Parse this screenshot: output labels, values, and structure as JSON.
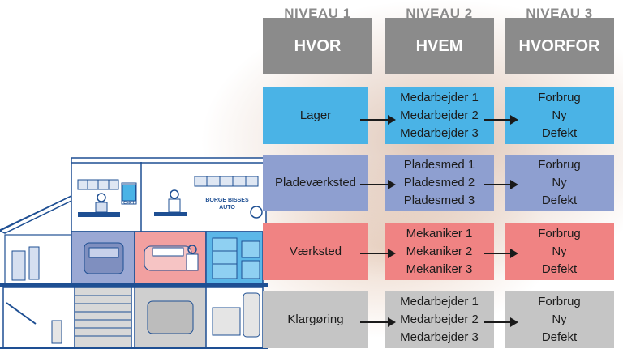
{
  "levels": [
    {
      "level": "NIVEAU 1",
      "header": "HVOR"
    },
    {
      "level": "NIVEAU 2",
      "header": "HVEM"
    },
    {
      "level": "NIVEAU 3",
      "header": "HVORFOR"
    }
  ],
  "rows": [
    {
      "place": "Lager",
      "people": [
        "Medarbejder 1",
        "Medarbejder 2",
        "Medarbejder 3"
      ],
      "reasons": [
        "Forbrug",
        "Ny",
        "Defekt"
      ],
      "color": "#4ab3e6"
    },
    {
      "place": "Pladeværksted",
      "people": [
        "Pladesmed 1",
        "Pladesmed 2",
        "Pladesmed 3"
      ],
      "reasons": [
        "Forbrug",
        "Ny",
        "Defekt"
      ],
      "color": "#8e9fd0"
    },
    {
      "place": "Værksted",
      "people": [
        "Mekaniker 1",
        "Mekaniker 2",
        "Mekaniker 3"
      ],
      "reasons": [
        "Forbrug",
        "Ny",
        "Defekt"
      ],
      "color": "#f08383"
    },
    {
      "place": "Klargøring",
      "people": [
        "Medarbejder 1",
        "Medarbejder 2",
        "Medarbejder 3"
      ],
      "reasons": [
        "Forbrug",
        "Ny",
        "Defekt"
      ],
      "color": "#c5c5c5"
    }
  ],
  "building": {
    "sign_text": "BORGE BISSES AUTO",
    "cert_badge": "CERT"
  }
}
